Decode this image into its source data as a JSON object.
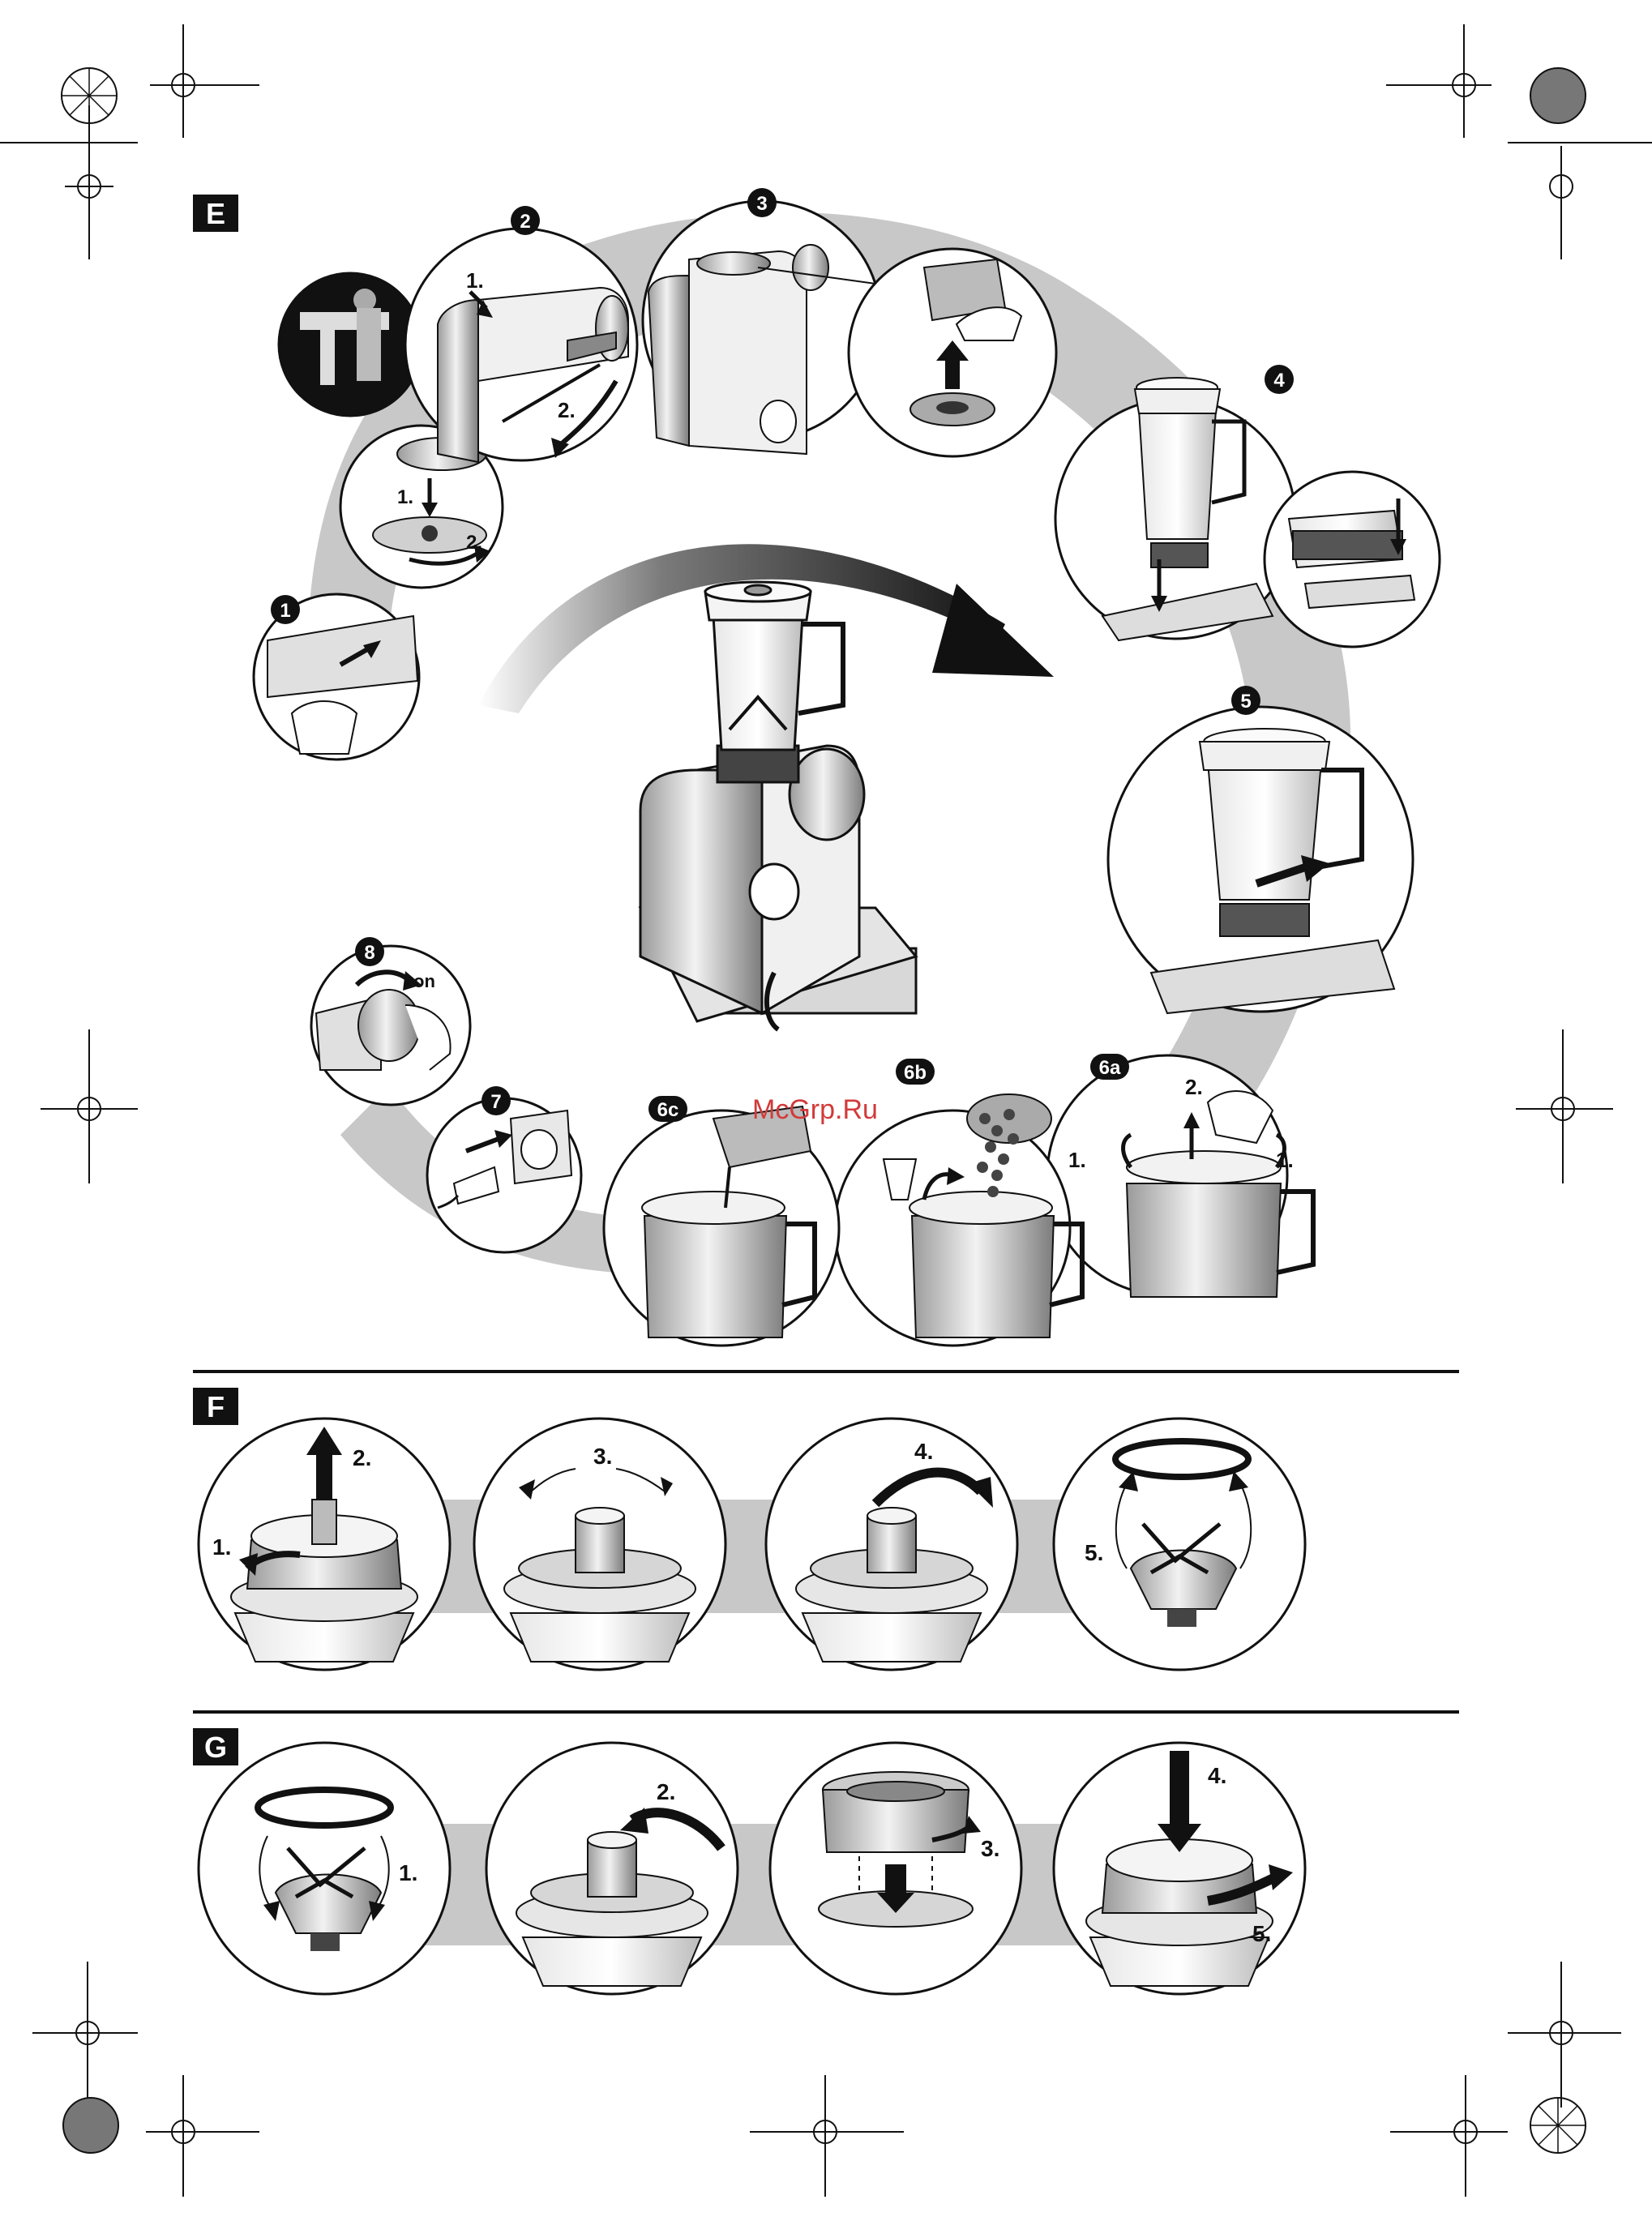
{
  "sections": {
    "e": {
      "letter": "E"
    },
    "f": {
      "letter": "F"
    },
    "g": {
      "letter": "G"
    }
  },
  "section_e": {
    "steps": [
      "1",
      "2",
      "3",
      "4",
      "5",
      "6a",
      "6b",
      "6c",
      "7",
      "8"
    ],
    "sub_labels": {
      "step2_a": "1.",
      "step2_b": "2.",
      "base_a": "1.",
      "base_b": "2.",
      "step6a_left": "1.",
      "step6a_top": "2.",
      "step6a_right": "1.",
      "step8_on": "on"
    }
  },
  "section_f": {
    "labels": [
      "1.",
      "2.",
      "3.",
      "4.",
      "5."
    ]
  },
  "section_g": {
    "labels": [
      "1.",
      "2.",
      "3.",
      "4.",
      "5."
    ]
  },
  "watermark": "McGrp.Ru",
  "colors": {
    "ink": "#111111",
    "band": "#c8c8c8",
    "badge": "#111111",
    "watermark": "#d23a3a"
  }
}
